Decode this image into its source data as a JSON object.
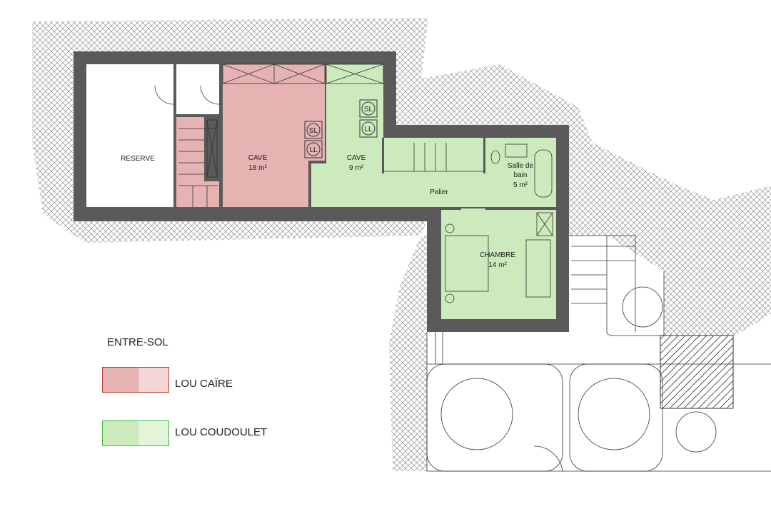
{
  "plan": {
    "level_title": "ENTRE-SOL",
    "rooms": {
      "reserve": {
        "name": "RESERVE"
      },
      "cave1": {
        "name": "CAVE",
        "area": "18 m²"
      },
      "cave2": {
        "name": "CAVE",
        "area": "9 m²"
      },
      "palier": {
        "name": "Palier"
      },
      "sdb": {
        "name1": "Salle de",
        "name2": "bain",
        "area": "5 m²"
      },
      "chambre": {
        "name": "CHAMBRE",
        "area": "14 m²"
      }
    },
    "appliances": {
      "sl": "SL",
      "ll": "LL"
    }
  },
  "legend": {
    "items": [
      {
        "label": "LOU CAÏRE",
        "color": "#e6b3b3",
        "border": "#c0392b"
      },
      {
        "label": "LOU COUDOULET",
        "color": "#cdeabd",
        "border": "#3cba3c"
      }
    ]
  },
  "colors": {
    "wall": "#5a5a5a",
    "pink": "#e6b3b3",
    "green": "#cdeabd"
  }
}
